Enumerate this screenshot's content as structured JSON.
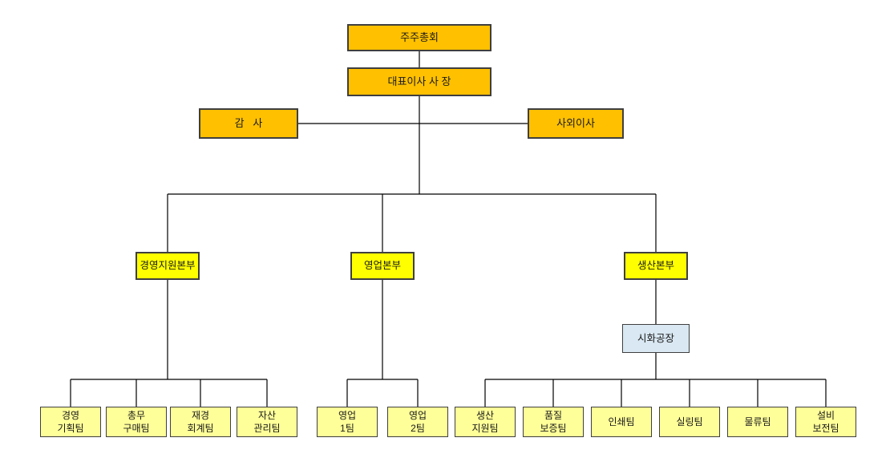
{
  "colors": {
    "executive_fill": "#FFC000",
    "division_fill": "#FFFF00",
    "factory_fill": "#D9E8F2",
    "team_fill": "#FFFF99",
    "box_border": "#3F3F3F",
    "connector_line": "#000000",
    "background": "#FFFFFF",
    "text": "#1A1A1A"
  },
  "org": {
    "shareholders": "주주총회",
    "ceo": "대표이사 사 장",
    "auditor": "감   사",
    "outside_director": "사외이사",
    "divisions": {
      "management_support": "경영지원본부",
      "sales": "영업본부",
      "production": "생산본부"
    },
    "factory": "시화공장",
    "teams_management": [
      "경영\n기획팀",
      "총무\n구매팀",
      "재경\n회계팀",
      "자산\n관리팀"
    ],
    "teams_sales": [
      "영업\n1팀",
      "영업\n2팀"
    ],
    "teams_production": [
      "생산\n지원팀",
      "품질\n보증팀",
      "인쇄팀",
      "실링팀",
      "물류팀",
      "설비\n보전팀"
    ]
  }
}
